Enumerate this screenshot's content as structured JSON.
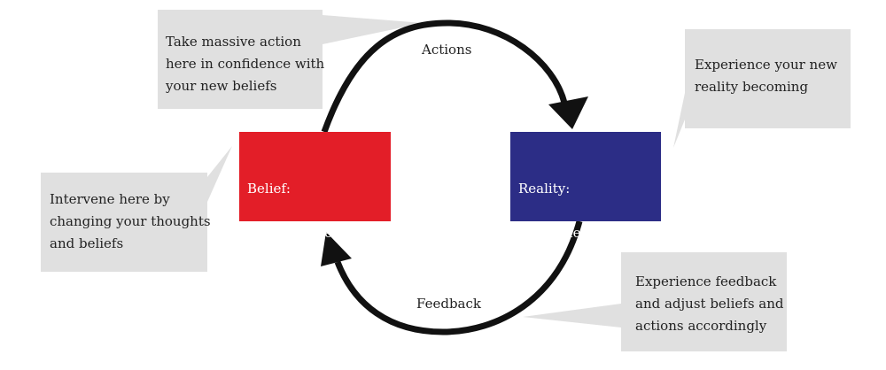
{
  "colors": {
    "belief_box": "#e31e28",
    "reality_box": "#2c2d86",
    "callout_fill": "#e0e0e0",
    "cycle_stroke": "#111111"
  },
  "nodes": {
    "belief": {
      "title": "Belief:",
      "subtitle": "Who am I becoming?"
    },
    "reality": {
      "title": "Reality:",
      "subtitle": "Confirmed becoming"
    }
  },
  "edges": {
    "actions": "Actions",
    "feedback": "Feedback"
  },
  "callouts": {
    "top_left": "Take massive action\nhere in confidence with\nyour new beliefs",
    "top_right": "Experience your new\nreality becoming",
    "left": "Intervene here by\nchanging your thoughts\nand beliefs",
    "bottom_right": "Experience feedback\nand adjust beliefs and\nactions accordingly"
  }
}
